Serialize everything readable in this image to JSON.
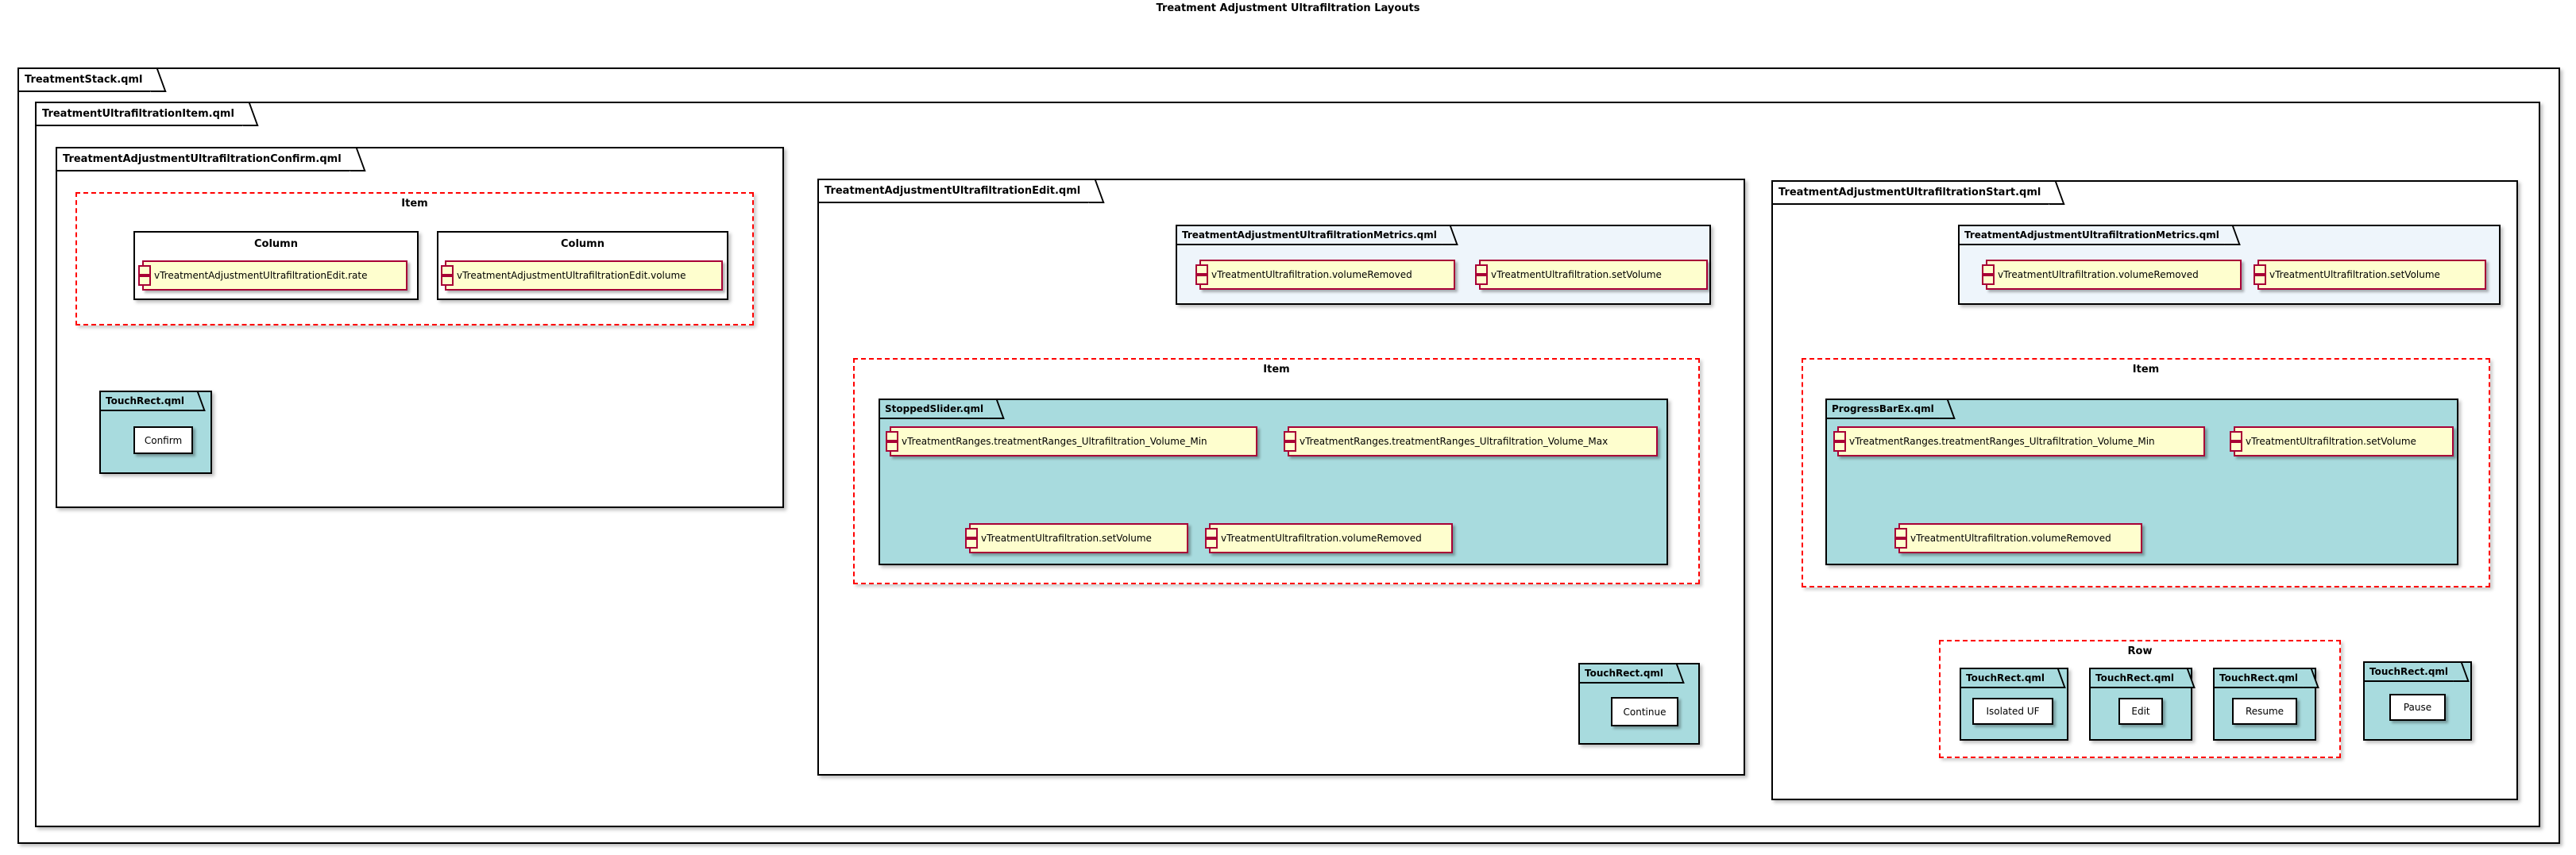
{
  "title": "Treatment Adjustment Ultrafiltration Layouts",
  "colors": {
    "bg": "#FFFFFF",
    "frameborder": "#000000",
    "teal": "#A8DBDE",
    "paleblue": "#EEF5FB",
    "compfill": "#FEFECE",
    "compborder": "#A80036",
    "dash": "#FF0000"
  },
  "diagram": {
    "stack": {
      "label": "TreatmentStack.qml"
    },
    "ultrafiltration_item": {
      "label": "TreatmentUltrafiltrationItem.qml"
    },
    "confirm": {
      "label": "TreatmentAdjustmentUltrafiltrationConfirm.qml",
      "item": {
        "label": "Item"
      },
      "columns": [
        {
          "label": "Column",
          "component": "vTreatmentAdjustmentUltrafiltrationEdit.rate"
        },
        {
          "label": "Column",
          "component": "vTreatmentAdjustmentUltrafiltrationEdit.volume"
        }
      ],
      "touchrect": {
        "label": "TouchRect.qml",
        "button": "Confirm"
      }
    },
    "edit": {
      "label": "TreatmentAdjustmentUltrafiltrationEdit.qml",
      "metrics": {
        "label": "TreatmentAdjustmentUltrafiltrationMetrics.qml",
        "components": [
          "vTreatmentUltrafiltration.volumeRemoved",
          "vTreatmentUltrafiltration.setVolume"
        ]
      },
      "item": {
        "label": "Item"
      },
      "stopped_slider": {
        "label": "StoppedSlider.qml",
        "components": [
          "vTreatmentRanges.treatmentRanges_Ultrafiltration_Volume_Min",
          "vTreatmentRanges.treatmentRanges_Ultrafiltration_Volume_Max",
          "vTreatmentUltrafiltration.setVolume",
          "vTreatmentUltrafiltration.volumeRemoved"
        ]
      },
      "touchrect": {
        "label": "TouchRect.qml",
        "button": "Continue"
      }
    },
    "start": {
      "label": "TreatmentAdjustmentUltrafiltrationStart.qml",
      "metrics": {
        "label": "TreatmentAdjustmentUltrafiltrationMetrics.qml",
        "components": [
          "vTreatmentUltrafiltration.volumeRemoved",
          "vTreatmentUltrafiltration.setVolume"
        ]
      },
      "item": {
        "label": "Item"
      },
      "progress_bar": {
        "label": "ProgressBarEx.qml",
        "components": [
          "vTreatmentRanges.treatmentRanges_Ultrafiltration_Volume_Min",
          "vTreatmentUltrafiltration.setVolume",
          "vTreatmentUltrafiltration.volumeRemoved"
        ]
      },
      "row": {
        "label": "Row",
        "touchrects": [
          {
            "label": "TouchRect.qml",
            "button": "Isolated UF"
          },
          {
            "label": "TouchRect.qml",
            "button": "Edit"
          },
          {
            "label": "TouchRect.qml",
            "button": "Resume"
          }
        ]
      },
      "pause_touchrect": {
        "label": "TouchRect.qml",
        "button": "Pause"
      }
    }
  }
}
